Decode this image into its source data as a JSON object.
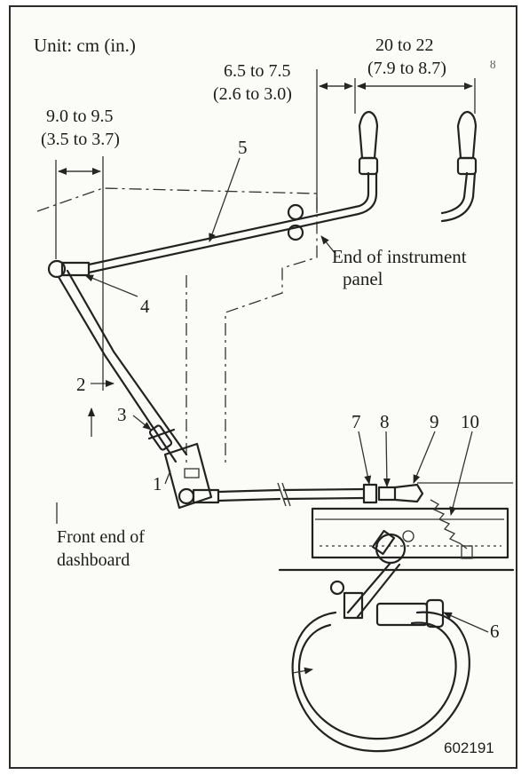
{
  "unit_label": "Unit: cm (in.)",
  "dimensions": {
    "d1_line1": "9.0 to 9.5",
    "d1_line2": "(3.5 to 3.7)",
    "d2_line1": "6.5 to 7.5",
    "d2_line2": "(2.6 to 3.0)",
    "d3_line1": "20 to 22",
    "d3_line2": "(7.9 to 8.7)"
  },
  "callouts": {
    "c1": "1",
    "c2": "2",
    "c3": "3",
    "c4": "4",
    "c5": "5",
    "c6": "6",
    "c7": "7",
    "c8": "8",
    "c9": "9",
    "c10": "10"
  },
  "annotations": {
    "instrument_line1": "End of instrument",
    "instrument_line2": "panel",
    "dashboard_line1": "Front end of",
    "dashboard_line2": "dashboard"
  },
  "figure_code": "602191"
}
